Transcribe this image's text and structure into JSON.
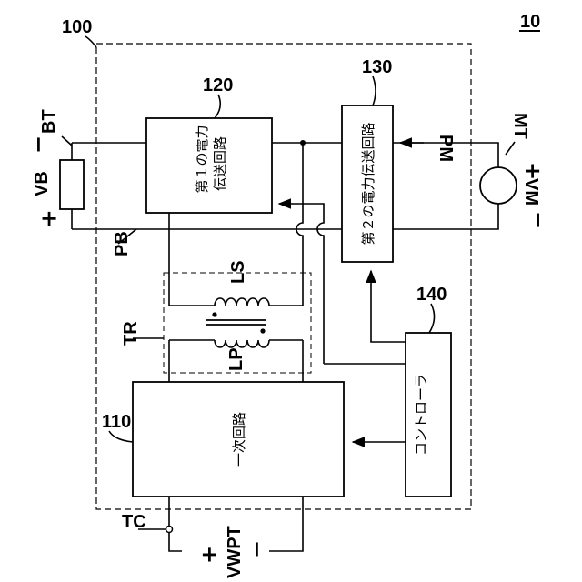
{
  "figure_id": "10",
  "blocks": {
    "outer_system": {
      "ref": "100"
    },
    "primary_circuit": {
      "ref": "110",
      "label": "一次回路"
    },
    "first_transfer": {
      "ref": "120",
      "label_line1": "第１の電力",
      "label_line2": "伝送回路"
    },
    "second_transfer": {
      "ref": "130",
      "label": "第２の電力伝送回路"
    },
    "controller": {
      "ref": "140",
      "label": "コントローラ"
    }
  },
  "components": {
    "battery": {
      "ref": "BT",
      "voltage": "VB",
      "plus": "+",
      "minus": "−"
    },
    "motor": {
      "ref": "MT",
      "voltage": "VM",
      "plus": "+",
      "minus": "−"
    },
    "transformer": {
      "ref": "TR",
      "primary": "LP",
      "secondary": "LS"
    },
    "input_terminal": {
      "ref": "TC",
      "voltage": "VWPT",
      "plus": "+",
      "minus": "−"
    }
  },
  "signals": {
    "battery_power": "PB",
    "motor_power": "PM"
  }
}
